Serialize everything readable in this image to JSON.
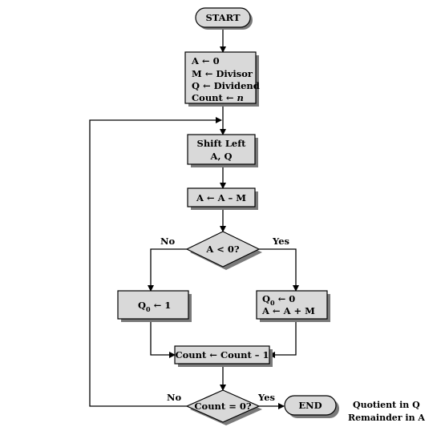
{
  "flowchart": {
    "start": "START",
    "init": {
      "line1": "A ← 0",
      "line2": "M ← Divisor",
      "line3": "Q ← Dividend",
      "line4_prefix": "Count ← ",
      "line4_var": "n"
    },
    "shift": {
      "line1": "Shift Left",
      "line2": "A, Q"
    },
    "subtract": "A ← A – M",
    "decision1": "A < 0?",
    "no_label": "No",
    "yes_label": "Yes",
    "q0_one": {
      "prefix": "Q",
      "sub": "0",
      "suffix": " ← 1"
    },
    "q0_zero": {
      "prefix": "Q",
      "sub": "0",
      "suffix": " ← 0",
      "line2": "A ← A + M"
    },
    "count_dec": "Count ← Count – 1",
    "decision2": "Count = 0?",
    "end": "END",
    "result": {
      "line1": "Quotient in Q",
      "line2": "Remainder in A"
    }
  }
}
